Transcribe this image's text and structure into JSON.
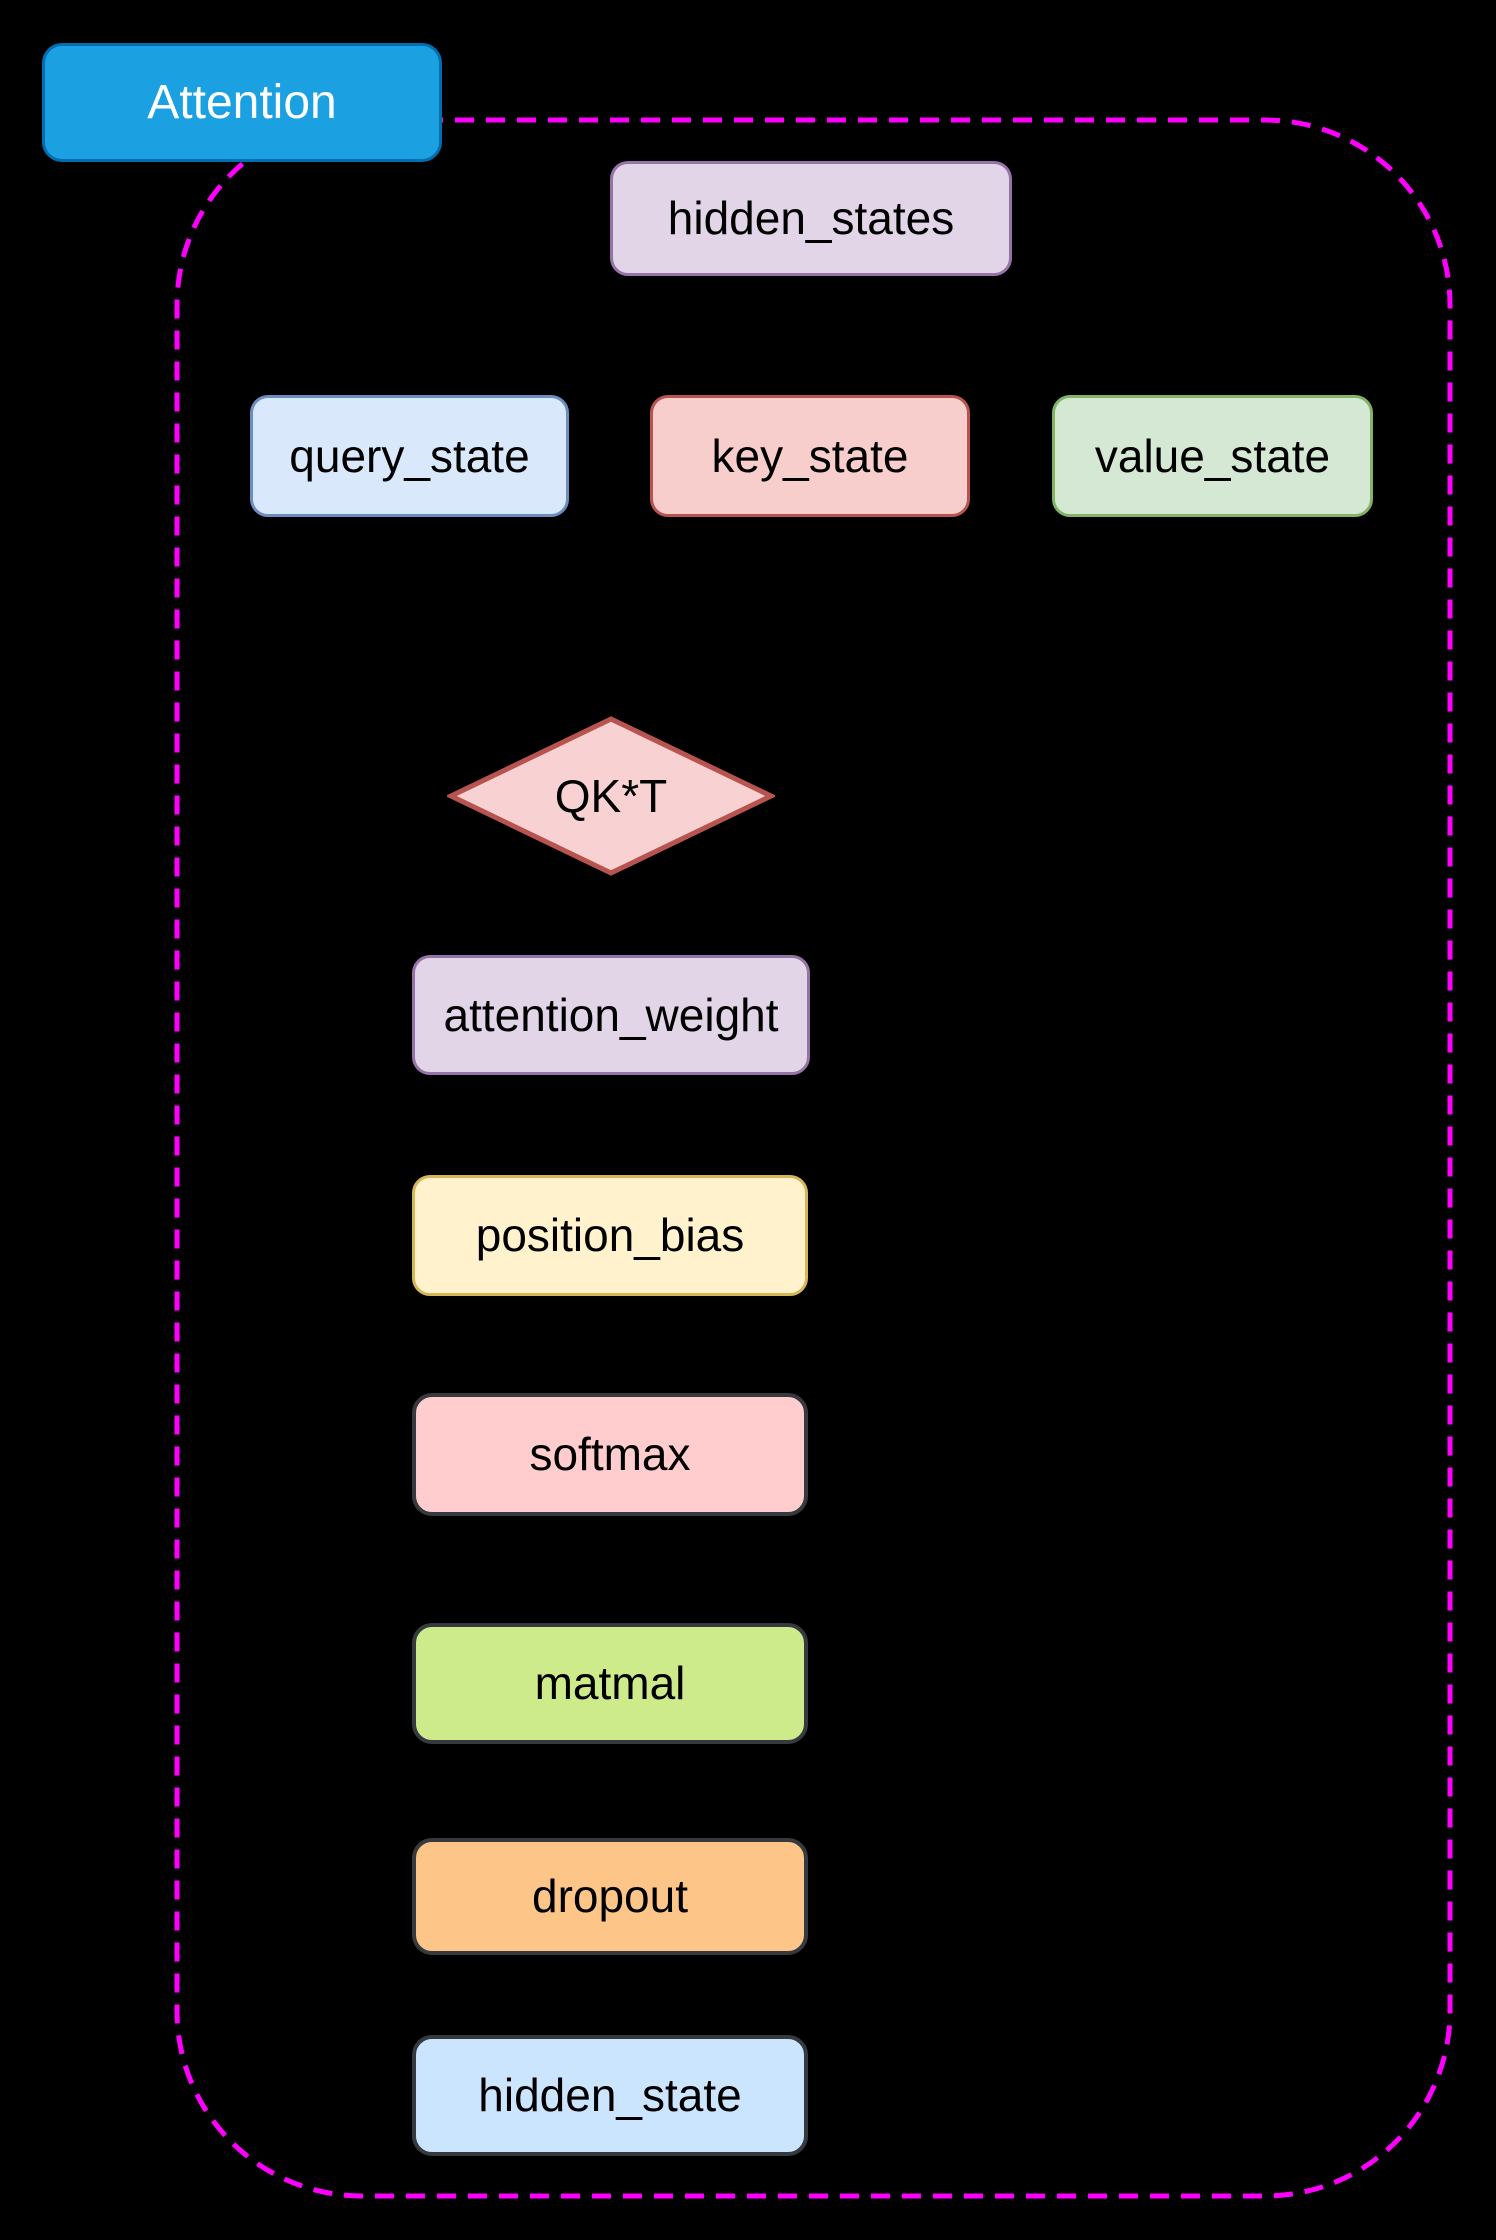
{
  "diagram": {
    "title": {
      "label": "Attention",
      "fill": "#1ba1e2",
      "border": "#006eaf",
      "text_color": "#ffffff"
    },
    "boundary": {
      "color": "#ff00ff",
      "style": "dashed"
    },
    "background_color": "#000000",
    "nodes": [
      {
        "id": "hidden_states",
        "label": "hidden_states",
        "shape": "rounded-rect",
        "fill": "#e1d5e7",
        "border": "#9673a6"
      },
      {
        "id": "query_state",
        "label": "query_state",
        "shape": "rounded-rect",
        "fill": "#dae8fc",
        "border": "#6c8ebf"
      },
      {
        "id": "key_state",
        "label": "key_state",
        "shape": "rounded-rect",
        "fill": "#f8cecc",
        "border": "#b85450"
      },
      {
        "id": "value_state",
        "label": "value_state",
        "shape": "rounded-rect",
        "fill": "#d5e8d4",
        "border": "#82b366"
      },
      {
        "id": "qkt",
        "label": "QK*T",
        "shape": "diamond",
        "fill": "#f8d2d2",
        "border": "#b85450"
      },
      {
        "id": "attention_weight",
        "label": "attention_weight",
        "shape": "rounded-rect",
        "fill": "#e1d5e7",
        "border": "#9673a6"
      },
      {
        "id": "position_bias",
        "label": "position_bias",
        "shape": "rounded-rect",
        "fill": "#fff2cc",
        "border": "#d6b656"
      },
      {
        "id": "softmax",
        "label": "softmax",
        "shape": "rounded-rect",
        "fill": "#ffcdcd",
        "border": "#36393d"
      },
      {
        "id": "matmal",
        "label": "matmal",
        "shape": "rounded-rect",
        "fill": "#cdeb8b",
        "border": "#36393d"
      },
      {
        "id": "dropout",
        "label": "dropout",
        "shape": "rounded-rect",
        "fill": "#fdc588",
        "border": "#36393d"
      },
      {
        "id": "hidden_state",
        "label": "hidden_state",
        "shape": "rounded-rect",
        "fill": "#cce5ff",
        "border": "#36393d"
      }
    ]
  }
}
